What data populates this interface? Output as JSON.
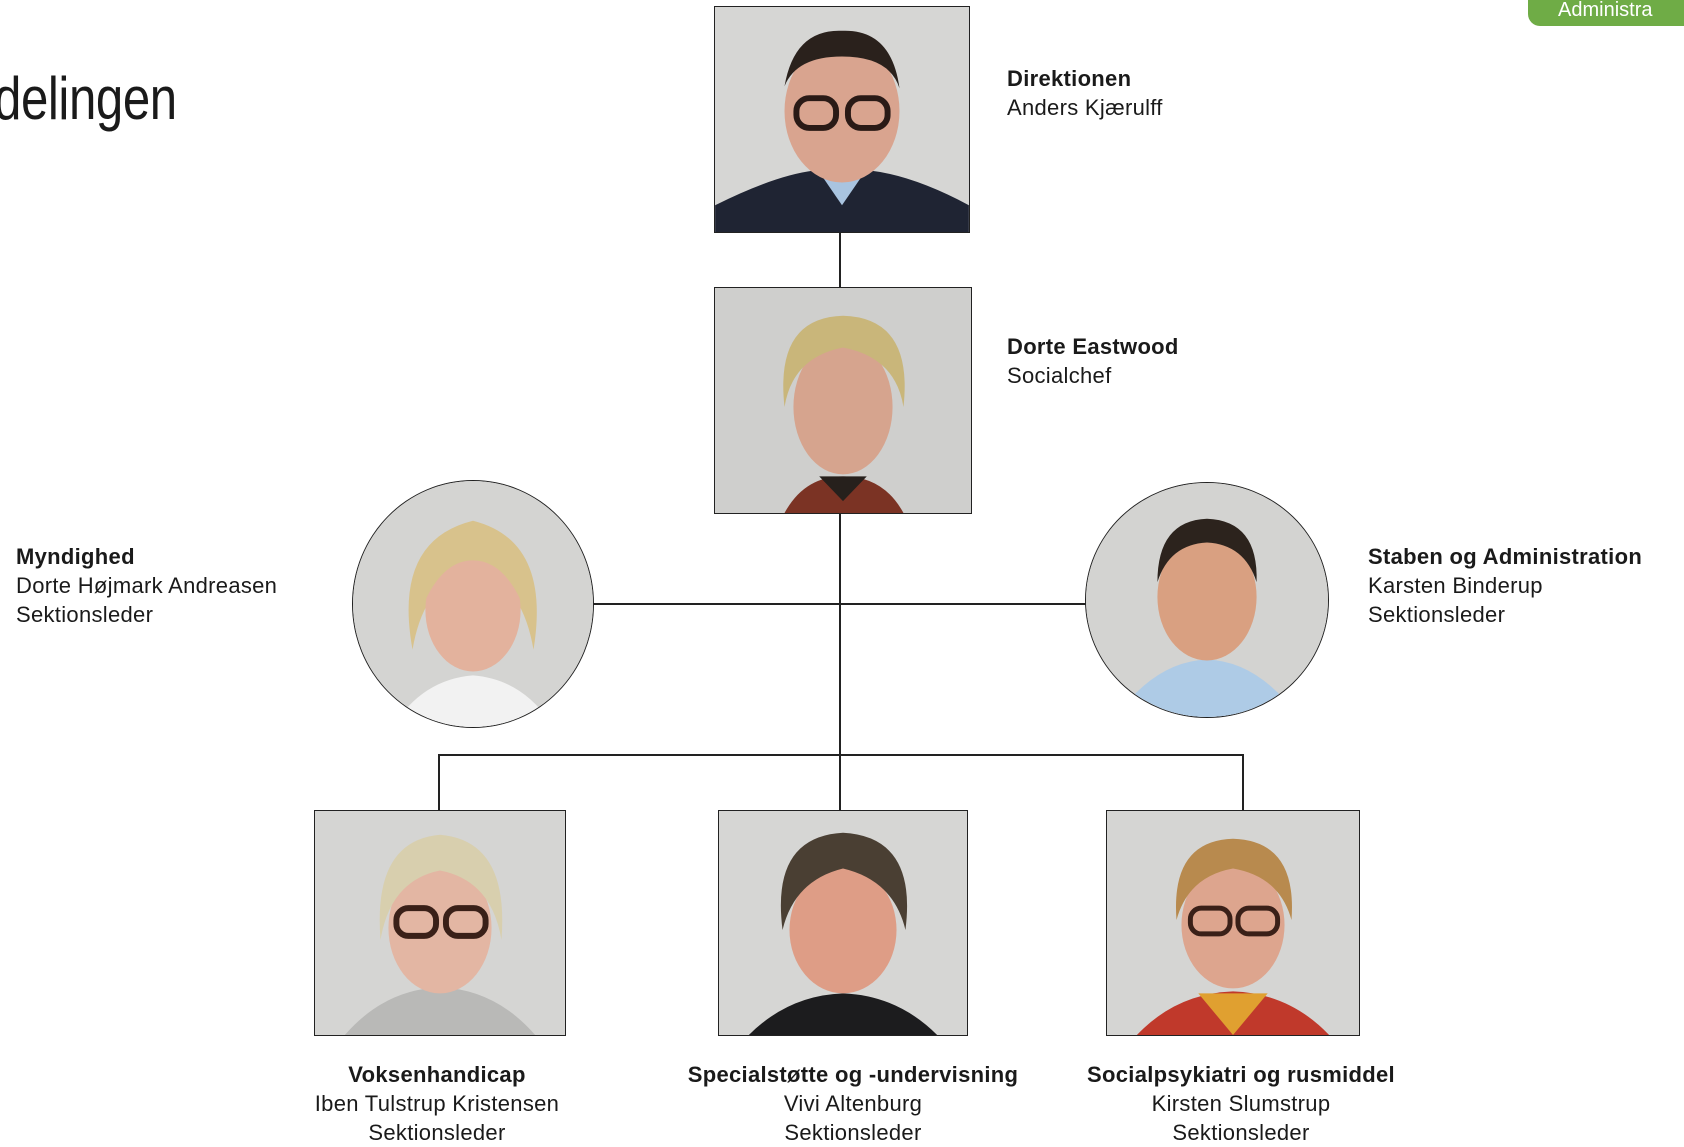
{
  "page": {
    "title": "delingen",
    "section_tab": "Administra"
  },
  "org": {
    "top": {
      "unit": "Direktionen",
      "name": "Anders Kjærulff"
    },
    "chief": {
      "name": "Dorte Eastwood",
      "role": "Socialchef"
    },
    "left_staff": {
      "unit": "Myndighed",
      "name": "Dorte Højmark Andreasen",
      "role": "Sektionsleder"
    },
    "right_staff": {
      "unit": "Staben og Administration",
      "name": "Karsten Binderup",
      "role": "Sektionsleder"
    },
    "sections": [
      {
        "unit": "Voksenhandicap",
        "name": "Iben Tulstrup Kristensen",
        "role": "Sektionsleder"
      },
      {
        "unit": "Specialstøtte og -undervisning",
        "name": "Vivi Altenburg",
        "role": "Sektionsleder"
      },
      {
        "unit": "Socialpsykiatri og rusmiddel",
        "name": "Kirsten Slumstrup",
        "role": "Sektionsleder"
      }
    ]
  },
  "colors": {
    "accent": "#6fac46",
    "line": "#222222",
    "photo_bg": "#d9d9d9"
  },
  "icons": [
    "portrait-photo"
  ]
}
